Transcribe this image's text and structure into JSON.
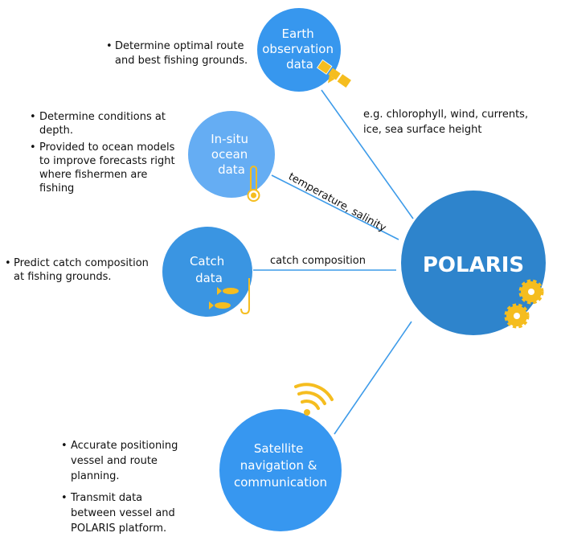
{
  "nodes": {
    "earth": {
      "lines": [
        "Earth",
        "observation",
        "data"
      ],
      "color": "#3797ee"
    },
    "insitu": {
      "lines": [
        "In-situ",
        "ocean",
        "data"
      ],
      "color": "#65adf3"
    },
    "catch": {
      "lines": [
        "Catch",
        "data"
      ],
      "color": "#3a95e2"
    },
    "polaris": {
      "label": "POLARIS",
      "color": "#2e84cc"
    },
    "satnav": {
      "lines": [
        "Satellite",
        "navigation &",
        "communication"
      ],
      "color": "#3797f0"
    }
  },
  "edges": {
    "earth": [
      "e.g. chlorophyll, wind, currents,",
      "ice, sea surface height"
    ],
    "insitu": "temperature, salinity",
    "catch": "catch composition"
  },
  "bullets": {
    "earth": [
      "Determine optimal route",
      "and best fishing grounds."
    ],
    "insitu": [
      [
        "Determine conditions at",
        "depth."
      ],
      [
        "Provided to ocean models",
        "to improve forecasts right",
        "where fishermen are",
        "fishing"
      ]
    ],
    "catch": [
      "Predict catch composition",
      "at fishing grounds."
    ],
    "satnav": [
      [
        "Accurate positioning",
        "vessel and route",
        "planning."
      ],
      [
        " Transmit data",
        "between vessel and",
        "POLARIS platform."
      ]
    ]
  },
  "icon_color": "#f5bd1f"
}
